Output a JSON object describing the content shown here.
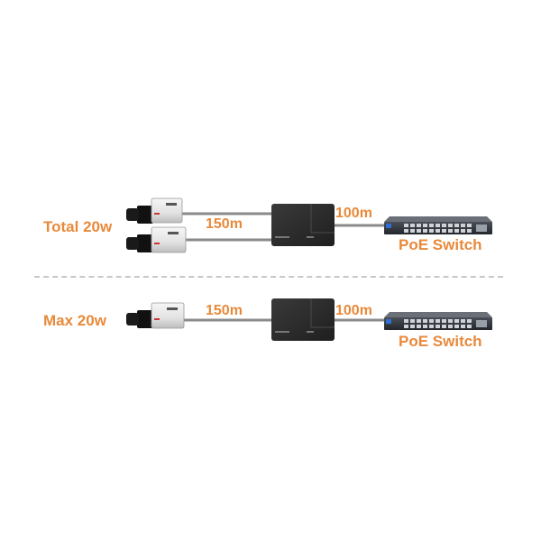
{
  "top_row": {
    "power_label": "Total 20w",
    "left_distance": "150m",
    "right_distance": "100m",
    "switch_label": "PoE Switch"
  },
  "bottom_row": {
    "power_label": "Max 20w",
    "left_distance": "150m",
    "right_distance": "100m",
    "switch_label": "PoE Switch"
  },
  "colors": {
    "accent": "#e8893a",
    "cable": "#8a8a8a",
    "device": "#2c2c2c",
    "divider": "#c8c8c8"
  }
}
